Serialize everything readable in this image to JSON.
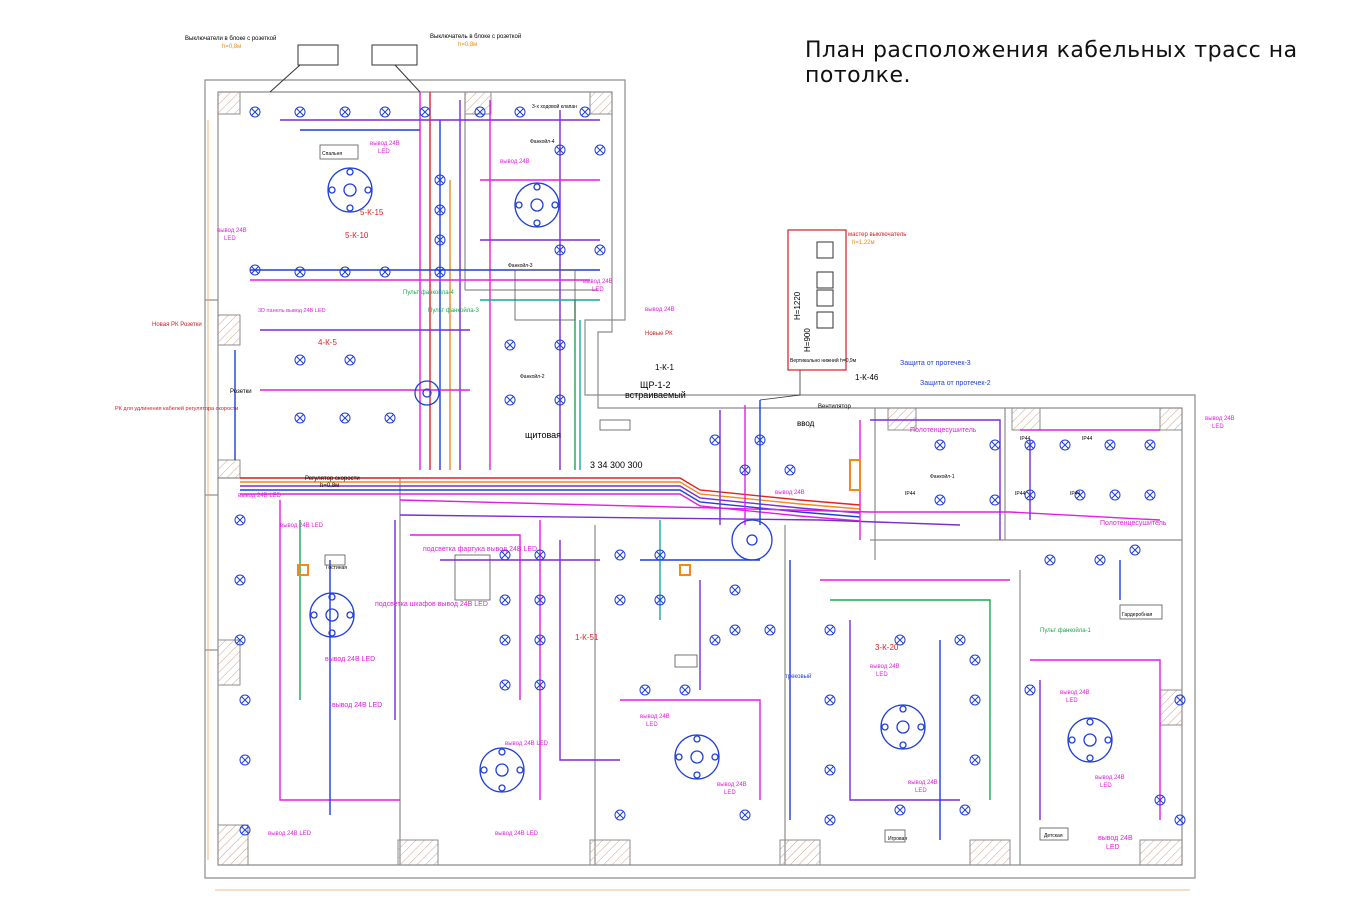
{
  "title": "План расположения кабельных трасс на потолке.",
  "colors": {
    "wall": "#9a9a9a",
    "hatch": "#c9a58c",
    "magenta": "#e020e0",
    "purple": "#7a2ccf",
    "blue": "#1f3fd8",
    "red": "#e02424",
    "orange": "#f08a1a",
    "green": "#18a850",
    "teal": "#17a8a0",
    "gray": "#8a8a8a",
    "callout": "#d02020"
  },
  "labels": {
    "switch_socket": "Выключатели в блоке с розеткой",
    "switch_socket_h": "h=0,8м",
    "switch_block": "Выключатель в блоке с розеткой",
    "switch_block_h": "h=0,8м",
    "master_switch": "мастер выключатель",
    "master_switch_h": "h=1,22м",
    "h1220": "H=1220",
    "h900": "H=900",
    "vertical_note": "Вертикально нижний h=0,9м",
    "leak3": "Защита от протечек-3",
    "leak2": "Защита от протечек-2",
    "towel1": "Полотенцесушитель",
    "towel2": "Полотенцесушитель",
    "fan": "Вентилятор",
    "shr": "ЩР-1-2",
    "shr2": "встраиваемый",
    "vvod": "ввод",
    "shchitovaya": "щитовая",
    "cable_1k1": "1-К-1",
    "cable_1k46": "1-К-46",
    "cable_5k15": "5-К-15",
    "cable_5k10": "5-К-10",
    "cable_4k5": "4-К-5",
    "cable_1k51": "1-К-51",
    "cable_3k20": "3-К-20",
    "regulator": "Регулятор скорости",
    "regulator_h": "h=0,8м",
    "new_pk": "Новая РК Розетки",
    "new_pk2": "Новые РК",
    "pk_ext": "РК для удлинения кабелей регулятора скорости",
    "panel_3d": "3D панель вывод 24В LED",
    "rozetki": "Розетки",
    "fancoil_panel4": "Пульт фанкойла-4",
    "fancoil_panel3": "Пульт фанкойла-3",
    "fancoil_panel1": "Пульт фанкойла-1",
    "fancoil2": "Фанкойл-2",
    "fancoil3": "Фанкойл-3",
    "fancoil4": "Фанкойл-4",
    "fancoil1": "Фанкойл-1",
    "valve3": "3-х ходовой клапан",
    "podsvetka_fartuk": "подсветка фартука вывод 24В LED",
    "podsvetka_shkaf": "подсветка шкафов вывод 24В LED",
    "out_24_led": "вывод 24В LED",
    "out_24": "вывод 24В",
    "led": "LED",
    "ip44": "IP44",
    "room_living": "Гостиная",
    "room_bedroom": "Спальня",
    "room_kids": "Детская",
    "room_wardrobe": "Гардеробная",
    "room_play": "Игровая",
    "track": "трековый",
    "dims": "3 34 300 300",
    "t20": "20",
    "t34": "34",
    "t2": "2",
    "t1": "1"
  }
}
